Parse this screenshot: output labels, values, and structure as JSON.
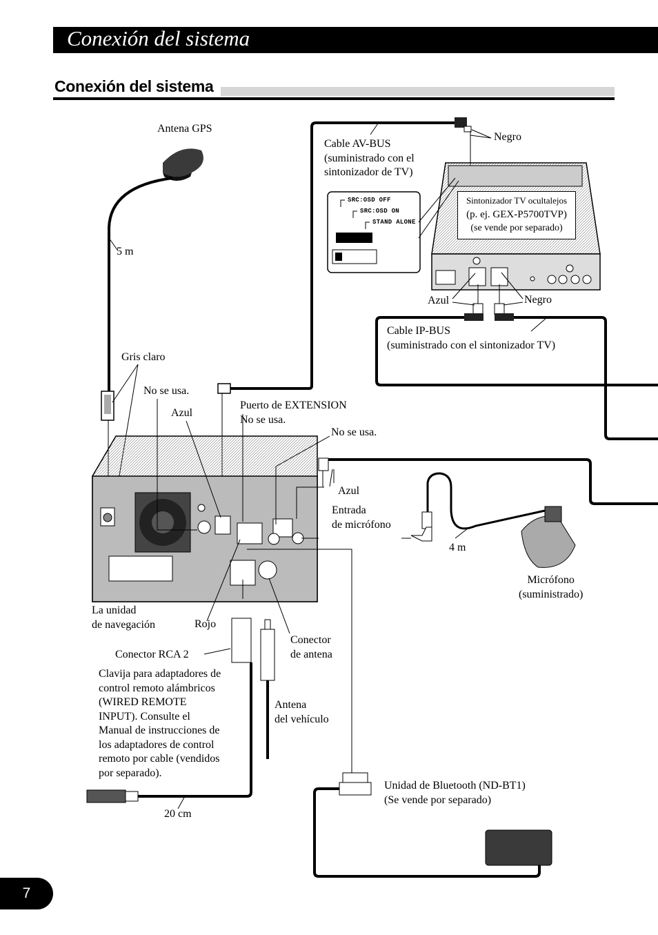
{
  "header": {
    "title": "Conexión del sistema"
  },
  "section": {
    "title": "Conexión del sistema"
  },
  "labels": {
    "gps_antenna": "Antena GPS",
    "gps_length": "5 m",
    "gris_claro": "Gris claro",
    "no_se_usa_1": "No se usa.",
    "azul_1": "Azul",
    "puerto_extension": [
      "Puerto de EXTENSION",
      "No se usa."
    ],
    "no_se_usa_2": "No se usa.",
    "azul_2": "Azul",
    "entrada_microfono": [
      "Entrada",
      "de micrófono"
    ],
    "mic_length": "4 m",
    "microfono": [
      "Micrófono",
      "(suministrado)"
    ],
    "unidad_navegacion": [
      "La unidad",
      "de navegación"
    ],
    "rojo": "Rojo",
    "conector_antena": [
      "Conector",
      "de antena"
    ],
    "conector_rca": "Conector RCA 2",
    "clavija": [
      "Clavija para adaptadores de",
      "control remoto alámbricos",
      "(WIRED REMOTE",
      "INPUT). Consulte el",
      "Manual de instrucciones de",
      "los adaptadores de control",
      "remoto por cable (vendidos",
      "por separado)."
    ],
    "antena_vehiculo": [
      "Antena",
      "del vehículo"
    ],
    "cable_length": "20 cm",
    "bluetooth": [
      "Unidad de Bluetooth (ND-BT1)",
      "(Se vende por separado)"
    ],
    "cable_avbus": [
      "Cable AV-BUS",
      "(suministrado con el",
      "sintonizador de TV)"
    ],
    "negro_1": "Negro",
    "tuner": [
      "Sintonizador TV ocultalejos",
      "(p. ej. GEX-P5700TVP)",
      "(se vende por separado)"
    ],
    "azul_3": "Azul",
    "negro_2": "Negro",
    "cable_ipbus": [
      "Cable IP-BUS",
      "(suministrado con el sintonizador TV)"
    ]
  },
  "switch_settings": [
    "SRC:OSD OFF",
    "SRC:OSD ON",
    "STAND ALONE"
  ],
  "page_number": "7",
  "colors": {
    "header_bg": "#000000",
    "section_bar": "#d6d6d6",
    "line": "#000000"
  }
}
